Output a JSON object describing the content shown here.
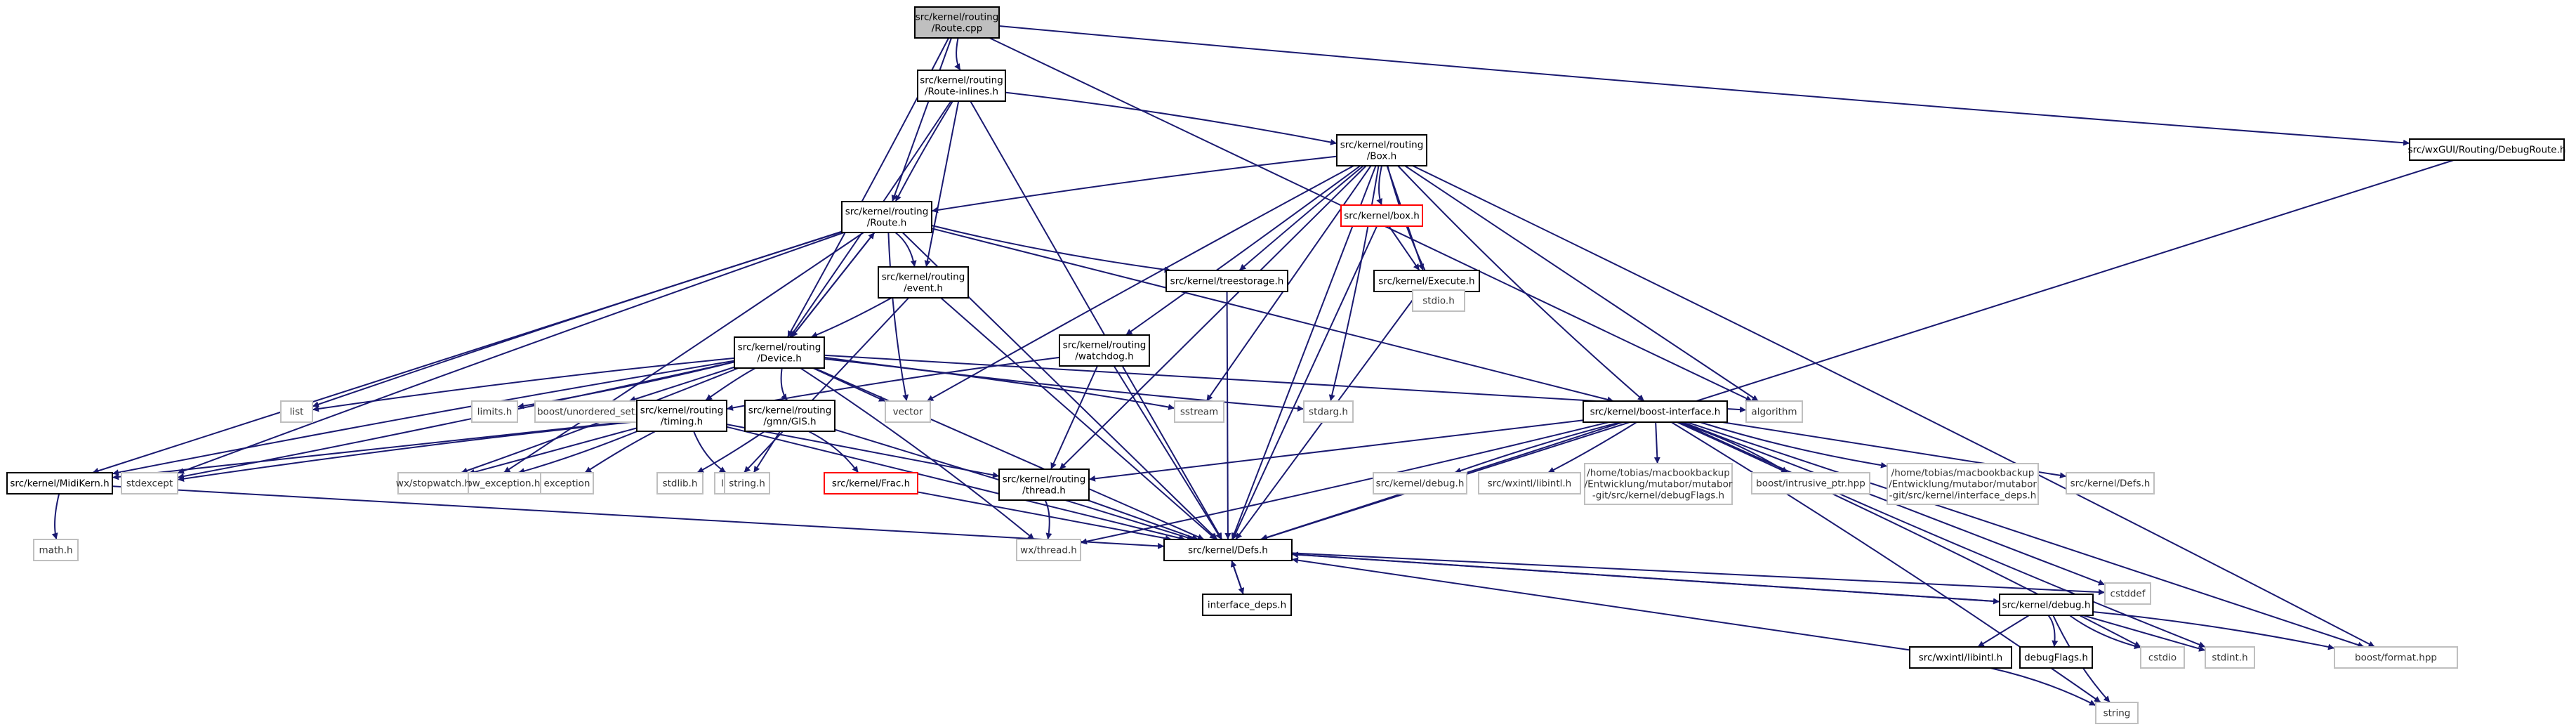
{
  "nodes": [
    {
      "id": "route_cpp",
      "lines": [
        "src/kernel/routing",
        "/Route.cpp"
      ],
      "style": "root"
    },
    {
      "id": "route_inlines",
      "lines": [
        "src/kernel/routing",
        "/Route-inlines.h"
      ],
      "style": "doc"
    },
    {
      "id": "debugroute",
      "lines": [
        "src/wxGUI/Routing/DebugRoute.h"
      ],
      "style": "doc"
    },
    {
      "id": "box_h",
      "lines": [
        "src/kernel/routing",
        "/Box.h"
      ],
      "style": "doc"
    },
    {
      "id": "route_h",
      "lines": [
        "src/kernel/routing",
        "/Route.h"
      ],
      "style": "doc"
    },
    {
      "id": "kbox_h",
      "lines": [
        "src/kernel/box.h"
      ],
      "style": "red"
    },
    {
      "id": "event_h",
      "lines": [
        "src/kernel/routing",
        "/event.h"
      ],
      "style": "doc"
    },
    {
      "id": "treestorage",
      "lines": [
        "src/kernel/treestorage.h"
      ],
      "style": "doc"
    },
    {
      "id": "execute_h",
      "lines": [
        "src/kernel/Execute.h"
      ],
      "style": "doc"
    },
    {
      "id": "device_h",
      "lines": [
        "src/kernel/routing",
        "/Device.h"
      ],
      "style": "doc"
    },
    {
      "id": "watchdog_h",
      "lines": [
        "src/kernel/routing",
        "/watchdog.h"
      ],
      "style": "doc"
    },
    {
      "id": "stdio_h",
      "lines": [
        "stdio.h"
      ],
      "style": "sys"
    },
    {
      "id": "list",
      "lines": [
        "list"
      ],
      "style": "sys"
    },
    {
      "id": "limits_h",
      "lines": [
        "limits.h"
      ],
      "style": "sys"
    },
    {
      "id": "unordered_set",
      "lines": [
        "boost/unordered_set.hpp"
      ],
      "style": "sys"
    },
    {
      "id": "timing_h",
      "lines": [
        "src/kernel/routing",
        "/timing.h"
      ],
      "style": "doc"
    },
    {
      "id": "gis_h",
      "lines": [
        "src/kernel/routing",
        "/gmn/GIS.h"
      ],
      "style": "doc"
    },
    {
      "id": "vector",
      "lines": [
        "vector"
      ],
      "style": "sys"
    },
    {
      "id": "sstream",
      "lines": [
        "sstream"
      ],
      "style": "sys"
    },
    {
      "id": "stdarg_h",
      "lines": [
        "stdarg.h"
      ],
      "style": "sys"
    },
    {
      "id": "boost_iface",
      "lines": [
        "src/kernel/boost-interface.h"
      ],
      "style": "doc"
    },
    {
      "id": "algorithm",
      "lines": [
        "algorithm"
      ],
      "style": "sys"
    },
    {
      "id": "midikern",
      "lines": [
        "src/kernel/MidiKern.h"
      ],
      "style": "doc"
    },
    {
      "id": "stdexcept",
      "lines": [
        "stdexcept"
      ],
      "style": "sys"
    },
    {
      "id": "throw_exc",
      "lines": [
        "boost/throw_exception.hpp"
      ],
      "style": "sys"
    },
    {
      "id": "wxstopwatch",
      "lines": [
        "wx/stopwatch.h"
      ],
      "style": "sys"
    },
    {
      "id": "exception",
      "lines": [
        "exception"
      ],
      "style": "sys"
    },
    {
      "id": "stdlib_h",
      "lines": [
        "stdlib.h"
      ],
      "style": "sys"
    },
    {
      "id": "limits",
      "lines": [
        "limits"
      ],
      "style": "sys"
    },
    {
      "id": "string_h",
      "lines": [
        "string.h"
      ],
      "style": "sys"
    },
    {
      "id": "frac_h",
      "lines": [
        "src/kernel/Frac.h"
      ],
      "style": "red"
    },
    {
      "id": "thread_h",
      "lines": [
        "src/kernel/routing",
        "/thread.h"
      ],
      "style": "doc"
    },
    {
      "id": "kdebug_h",
      "lines": [
        "src/kernel/debug.h"
      ],
      "style": "sys"
    },
    {
      "id": "wxlibintl",
      "lines": [
        "src/wxintl/libintl.h"
      ],
      "style": "sys"
    },
    {
      "id": "debugflags_long",
      "lines": [
        "/home/tobias/macbookbackup",
        "/Entwicklung/mutabor/mutabor",
        "-git/src/kernel/debugFlags.h"
      ],
      "style": "sys"
    },
    {
      "id": "intrusive",
      "lines": [
        "boost/intrusive_ptr.hpp"
      ],
      "style": "sys"
    },
    {
      "id": "ifacedeps_long",
      "lines": [
        "/home/tobias/macbookbackup",
        "/Entwicklung/mutabor/mutabor",
        "-git/src/kernel/interface_deps.h"
      ],
      "style": "sys"
    },
    {
      "id": "kdefs_sys",
      "lines": [
        "src/kernel/Defs.h"
      ],
      "style": "sys"
    },
    {
      "id": "math_h",
      "lines": [
        "math.h"
      ],
      "style": "sys"
    },
    {
      "id": "wxthread",
      "lines": [
        "wx/thread.h"
      ],
      "style": "sys"
    },
    {
      "id": "defs_h",
      "lines": [
        "src/kernel/Defs.h"
      ],
      "style": "doc"
    },
    {
      "id": "cstddef",
      "lines": [
        "cstddef"
      ],
      "style": "sys"
    },
    {
      "id": "iface_deps",
      "lines": [
        "interface_deps.h"
      ],
      "style": "doc"
    },
    {
      "id": "debug_h",
      "lines": [
        "src/kernel/debug.h"
      ],
      "style": "doc"
    },
    {
      "id": "wxintl_doc",
      "lines": [
        "src/wxintl/libintl.h"
      ],
      "style": "doc"
    },
    {
      "id": "debugflags",
      "lines": [
        "debugFlags.h"
      ],
      "style": "doc"
    },
    {
      "id": "cstdio",
      "lines": [
        "cstdio"
      ],
      "style": "sys"
    },
    {
      "id": "stdint",
      "lines": [
        "stdint.h"
      ],
      "style": "sys"
    },
    {
      "id": "bformat",
      "lines": [
        "boost/format.hpp"
      ],
      "style": "sys"
    },
    {
      "id": "string",
      "lines": [
        "string"
      ],
      "style": "sys"
    }
  ],
  "edges": [
    [
      "route_cpp",
      "route_inlines"
    ],
    [
      "route_cpp",
      "route_h"
    ],
    [
      "route_cpp",
      "device_h"
    ],
    [
      "route_cpp",
      "debugroute"
    ],
    [
      "route_cpp",
      "algorithm"
    ],
    [
      "route_inlines",
      "box_h"
    ],
    [
      "route_inlines",
      "route_h"
    ],
    [
      "route_inlines",
      "event_h"
    ],
    [
      "route_inlines",
      "device_h"
    ],
    [
      "route_inlines",
      "defs_h"
    ],
    [
      "debugroute",
      "defs_h"
    ],
    [
      "box_h",
      "route_h"
    ],
    [
      "box_h",
      "kbox_h"
    ],
    [
      "box_h",
      "execute_h"
    ],
    [
      "box_h",
      "treestorage"
    ],
    [
      "box_h",
      "watchdog_h"
    ],
    [
      "box_h",
      "thread_h"
    ],
    [
      "box_h",
      "vector"
    ],
    [
      "box_h",
      "stdio_h"
    ],
    [
      "box_h",
      "sstream"
    ],
    [
      "box_h",
      "stdarg_h"
    ],
    [
      "box_h",
      "boost_iface"
    ],
    [
      "box_h",
      "algorithm"
    ],
    [
      "box_h",
      "bformat"
    ],
    [
      "box_h",
      "defs_h"
    ],
    [
      "kbox_h",
      "execute_h"
    ],
    [
      "kbox_h",
      "defs_h"
    ],
    [
      "execute_h",
      "stdio_h"
    ],
    [
      "execute_h",
      "defs_h"
    ],
    [
      "route_h",
      "event_h"
    ],
    [
      "route_h",
      "treestorage"
    ],
    [
      "route_h",
      "device_h"
    ],
    [
      "route_h",
      "list"
    ],
    [
      "route_h",
      "vector"
    ],
    [
      "route_h",
      "midikern"
    ],
    [
      "route_h",
      "stdexcept"
    ],
    [
      "route_h",
      "throw_exc"
    ],
    [
      "route_h",
      "boost_iface"
    ],
    [
      "route_h",
      "defs_h"
    ],
    [
      "event_h",
      "device_h"
    ],
    [
      "event_h",
      "limits"
    ],
    [
      "event_h",
      "defs_h"
    ],
    [
      "treestorage",
      "defs_h"
    ],
    [
      "device_h",
      "route_h"
    ],
    [
      "device_h",
      "list"
    ],
    [
      "device_h",
      "limits_h"
    ],
    [
      "device_h",
      "unordered_set"
    ],
    [
      "device_h",
      "timing_h"
    ],
    [
      "device_h",
      "gis_h"
    ],
    [
      "device_h",
      "vector"
    ],
    [
      "device_h",
      "sstream"
    ],
    [
      "device_h",
      "stdarg_h"
    ],
    [
      "device_h",
      "algorithm"
    ],
    [
      "device_h",
      "midikern"
    ],
    [
      "device_h",
      "wxstopwatch"
    ],
    [
      "device_h",
      "defs_h"
    ],
    [
      "device_h",
      "wxthread"
    ],
    [
      "device_h",
      "stdexcept"
    ],
    [
      "watchdog_h",
      "thread_h"
    ],
    [
      "watchdog_h",
      "timing_h"
    ],
    [
      "watchdog_h",
      "defs_h"
    ],
    [
      "timing_h",
      "midikern"
    ],
    [
      "timing_h",
      "stdexcept"
    ],
    [
      "timing_h",
      "throw_exc"
    ],
    [
      "timing_h",
      "wxstopwatch"
    ],
    [
      "timing_h",
      "exception"
    ],
    [
      "timing_h",
      "limits"
    ],
    [
      "timing_h",
      "thread_h"
    ],
    [
      "timing_h",
      "defs_h"
    ],
    [
      "gis_h",
      "stdlib_h"
    ],
    [
      "gis_h",
      "string_h"
    ],
    [
      "gis_h",
      "frac_h"
    ],
    [
      "gis_h",
      "defs_h"
    ],
    [
      "frac_h",
      "defs_h"
    ],
    [
      "thread_h",
      "wxthread"
    ],
    [
      "thread_h",
      "defs_h"
    ],
    [
      "boost_iface",
      "thread_h"
    ],
    [
      "boost_iface",
      "kdebug_h"
    ],
    [
      "boost_iface",
      "wxlibintl"
    ],
    [
      "boost_iface",
      "debugflags_long"
    ],
    [
      "boost_iface",
      "intrusive"
    ],
    [
      "boost_iface",
      "ifacedeps_long"
    ],
    [
      "boost_iface",
      "kdefs_sys"
    ],
    [
      "boost_iface",
      "defs_h"
    ],
    [
      "boost_iface",
      "wxthread"
    ],
    [
      "boost_iface",
      "cstddef"
    ],
    [
      "boost_iface",
      "cstdio"
    ],
    [
      "boost_iface",
      "stdint"
    ],
    [
      "boost_iface",
      "bformat"
    ],
    [
      "boost_iface",
      "string"
    ],
    [
      "midikern",
      "math_h"
    ],
    [
      "midikern",
      "defs_h"
    ],
    [
      "defs_h",
      "iface_deps"
    ],
    [
      "defs_h",
      "debug_h"
    ],
    [
      "defs_h",
      "cstddef"
    ],
    [
      "iface_deps",
      "defs_h"
    ],
    [
      "debug_h",
      "defs_h"
    ],
    [
      "debug_h",
      "wxintl_doc"
    ],
    [
      "debug_h",
      "debugflags"
    ],
    [
      "debug_h",
      "cstdio"
    ],
    [
      "debug_h",
      "stdint"
    ],
    [
      "debug_h",
      "bformat"
    ],
    [
      "debug_h",
      "string"
    ],
    [
      "wxintl_doc",
      "defs_h"
    ],
    [
      "wxintl_doc",
      "string"
    ]
  ]
}
